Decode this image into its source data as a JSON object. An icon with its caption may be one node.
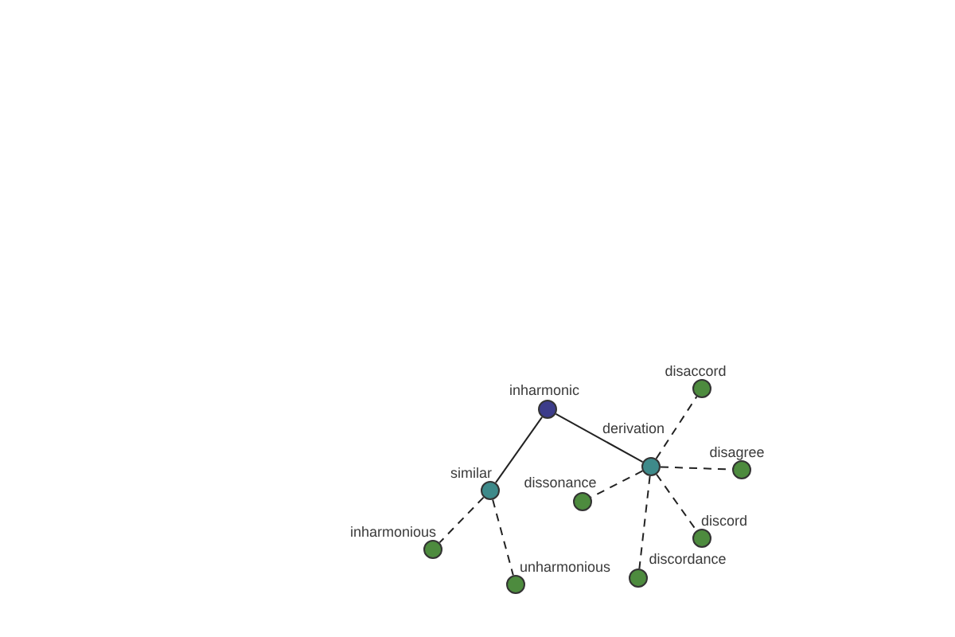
{
  "diagram": {
    "nodes": [
      {
        "text": [
          "disaccord"
        ]
      },
      {
        "text": [
          "inharmonic"
        ]
      },
      {
        "text": [
          "derivation"
        ]
      },
      {
        "text": [
          "disagree"
        ]
      },
      {
        "text": [
          "similar"
        ]
      },
      {
        "text": [
          "dissonance"
        ]
      },
      {
        "text": [
          "discord"
        ]
      },
      {
        "text": [
          "inharmonious"
        ]
      },
      {
        "text": [
          "discordance"
        ]
      },
      {
        "text": [
          "unharmonious"
        ]
      }
    ],
    "edges": [
      {
        "from": 1,
        "to": 4,
        "arrow": "none"
      },
      {
        "from": 1,
        "to": 2,
        "arrow": "none"
      },
      {
        "from": 4,
        "to": 7,
        "arrow": "none",
        "style": "dashed"
      },
      {
        "from": 4,
        "to": 9,
        "arrow": "none",
        "style": "dashed"
      },
      {
        "from": 2,
        "to": 0,
        "arrow": "none",
        "style": "dashed"
      },
      {
        "from": 2,
        "to": 3,
        "arrow": "none",
        "style": "dashed"
      },
      {
        "from": 2,
        "to": 6,
        "arrow": "none",
        "style": "dashed"
      },
      {
        "from": 2,
        "to": 8,
        "arrow": "none",
        "style": "dashed"
      },
      {
        "from": 2,
        "to": 5,
        "arrow": "none",
        "style": "dashed"
      }
    ]
  }
}
